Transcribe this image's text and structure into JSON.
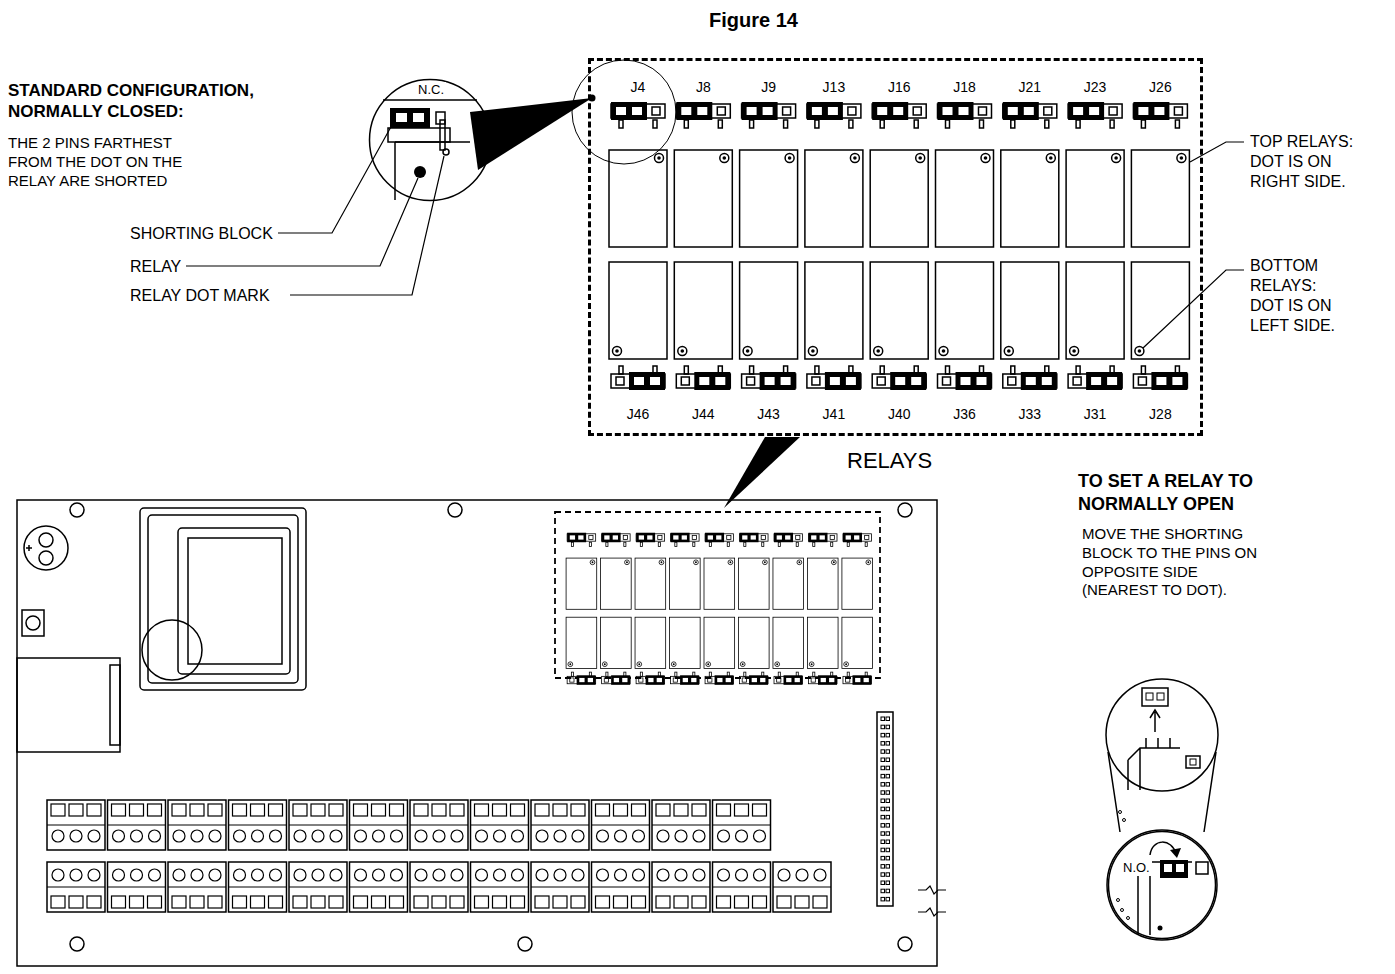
{
  "diagram": {
    "title": "Figure 14",
    "nodes": [
      {
        "text": [
          "N.C."
        ]
      },
      {
        "text": [
          "RELAYS"
        ]
      },
      {
        "text": [
          "N.O."
        ]
      }
    ],
    "labels": [
      "STANDARD CONFIGURATION, NORMALLY CLOSED:",
      "THE 2 PINS FARTHEST FROM THE DOT ON THE RELAY ARE SHORTED",
      "SHORTING BLOCK",
      "RELAY",
      "RELAY DOT MARK",
      "J4",
      "J8",
      "J9",
      "J13",
      "J16",
      "J18",
      "J21",
      "J23",
      "J26",
      "J46",
      "J44",
      "J43",
      "J41",
      "J40",
      "J36",
      "J33",
      "J31",
      "J28",
      "TOP RELAYS: DOT IS ON RIGHT SIDE.",
      "BOTTOM RELAYS: DOT IS ON LEFT SIDE.",
      "TO SET A RELAY TO NORMALLY OPEN",
      "MOVE THE SHORTING BLOCK TO THE PINS ON OPPOSITE SIDE (NEAREST TO DOT)."
    ]
  }
}
